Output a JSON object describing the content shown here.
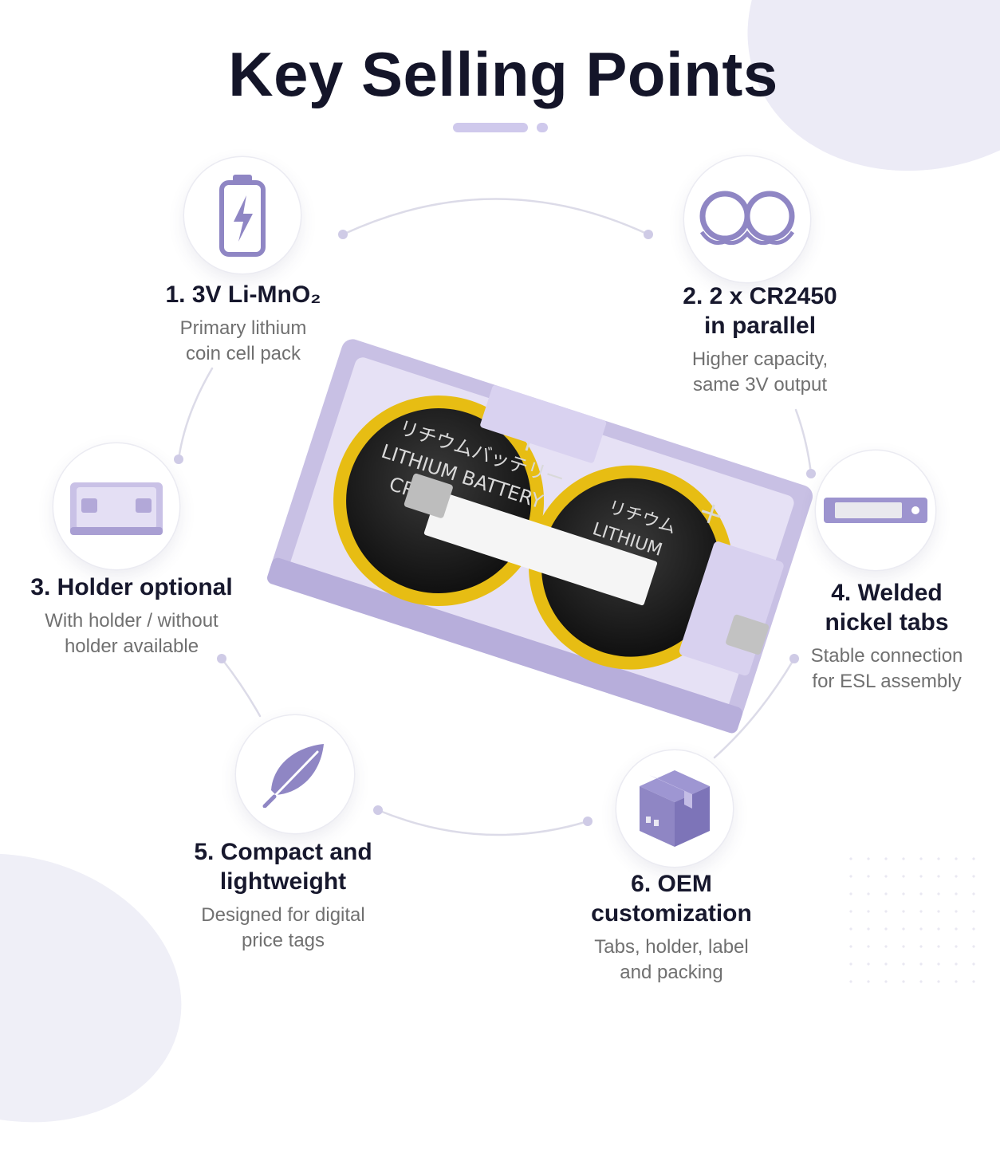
{
  "page": {
    "title": "Key Selling Points",
    "colors": {
      "accent": "#8f86c4",
      "accent_light": "#cfc9ec",
      "title": "#141529",
      "body_text": "#707070"
    }
  },
  "product_image": {
    "battery_label_line1": "リチウムバッテリー",
    "battery_label_line2": "LITHIUM BATTERY",
    "battery_model": "CR2450H",
    "second_label_line1": "リチウム",
    "second_label_line2": "LITHIUM"
  },
  "features": [
    {
      "icon": "battery-bolt-icon",
      "title": "1. 3V Li-MnO₂",
      "desc_lines": [
        "Primary lithium",
        "coin cell pack"
      ]
    },
    {
      "icon": "parallel-coin-cells-icon",
      "title_lines": [
        "2. 2 x CR2450",
        "in parallel"
      ],
      "desc_lines": [
        "Higher capacity,",
        "same 3V output"
      ]
    },
    {
      "icon": "battery-holder-icon",
      "title": "3. Holder optional",
      "desc_lines": [
        "With holder / without",
        "holder available"
      ]
    },
    {
      "icon": "nickel-tab-icon",
      "title_lines": [
        "4. Welded",
        "nickel tabs"
      ],
      "desc_lines": [
        "Stable connection",
        "for ESL assembly"
      ]
    },
    {
      "icon": "feather-icon",
      "title_lines": [
        "5. Compact and",
        "lightweight"
      ],
      "desc_lines": [
        "Designed for digital",
        "price tags"
      ]
    },
    {
      "icon": "package-box-icon",
      "title_lines": [
        "6. OEM",
        "customization"
      ],
      "desc_lines": [
        "Tabs, holder, label",
        "and packing"
      ]
    }
  ]
}
